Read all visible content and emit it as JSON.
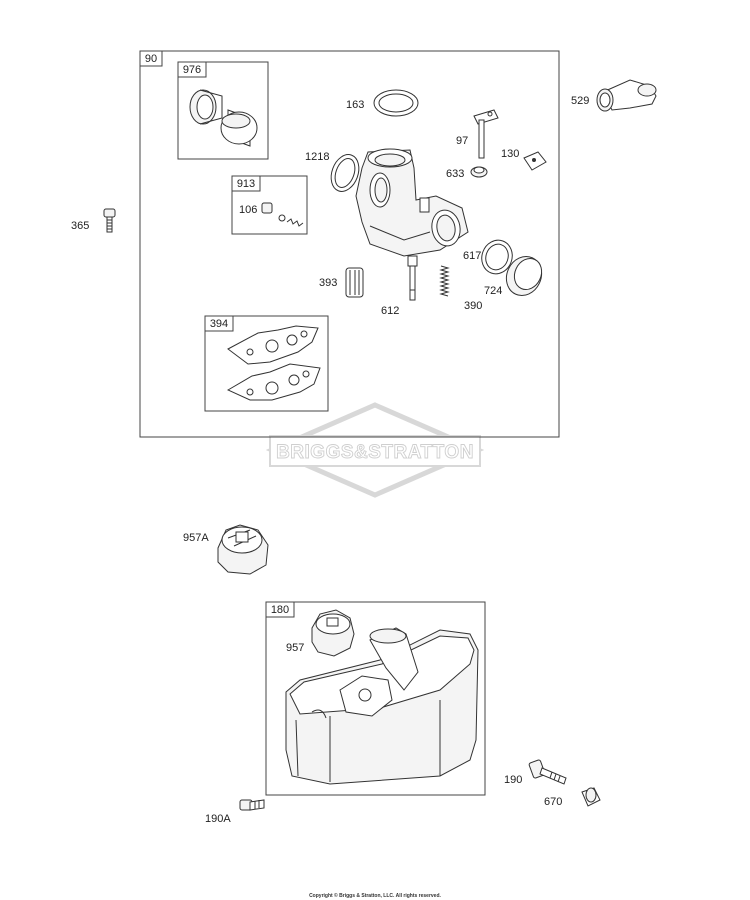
{
  "groups": {
    "g90": "90",
    "g976": "976",
    "g913": "913",
    "g394": "394",
    "g180": "180"
  },
  "parts": {
    "p163": "163",
    "p529": "529",
    "p97": "97",
    "p1218": "1218",
    "p130": "130",
    "p633": "633",
    "p106": "106",
    "p365": "365",
    "p617": "617",
    "p393": "393",
    "p724": "724",
    "p612": "612",
    "p390": "390",
    "p957A": "957A",
    "p957": "957",
    "p190": "190",
    "p670": "670",
    "p190A": "190A"
  },
  "watermark": "BRIGGS&STRATTON",
  "copyright": "Copyright © Briggs & Stratton, LLC. All rights reserved."
}
